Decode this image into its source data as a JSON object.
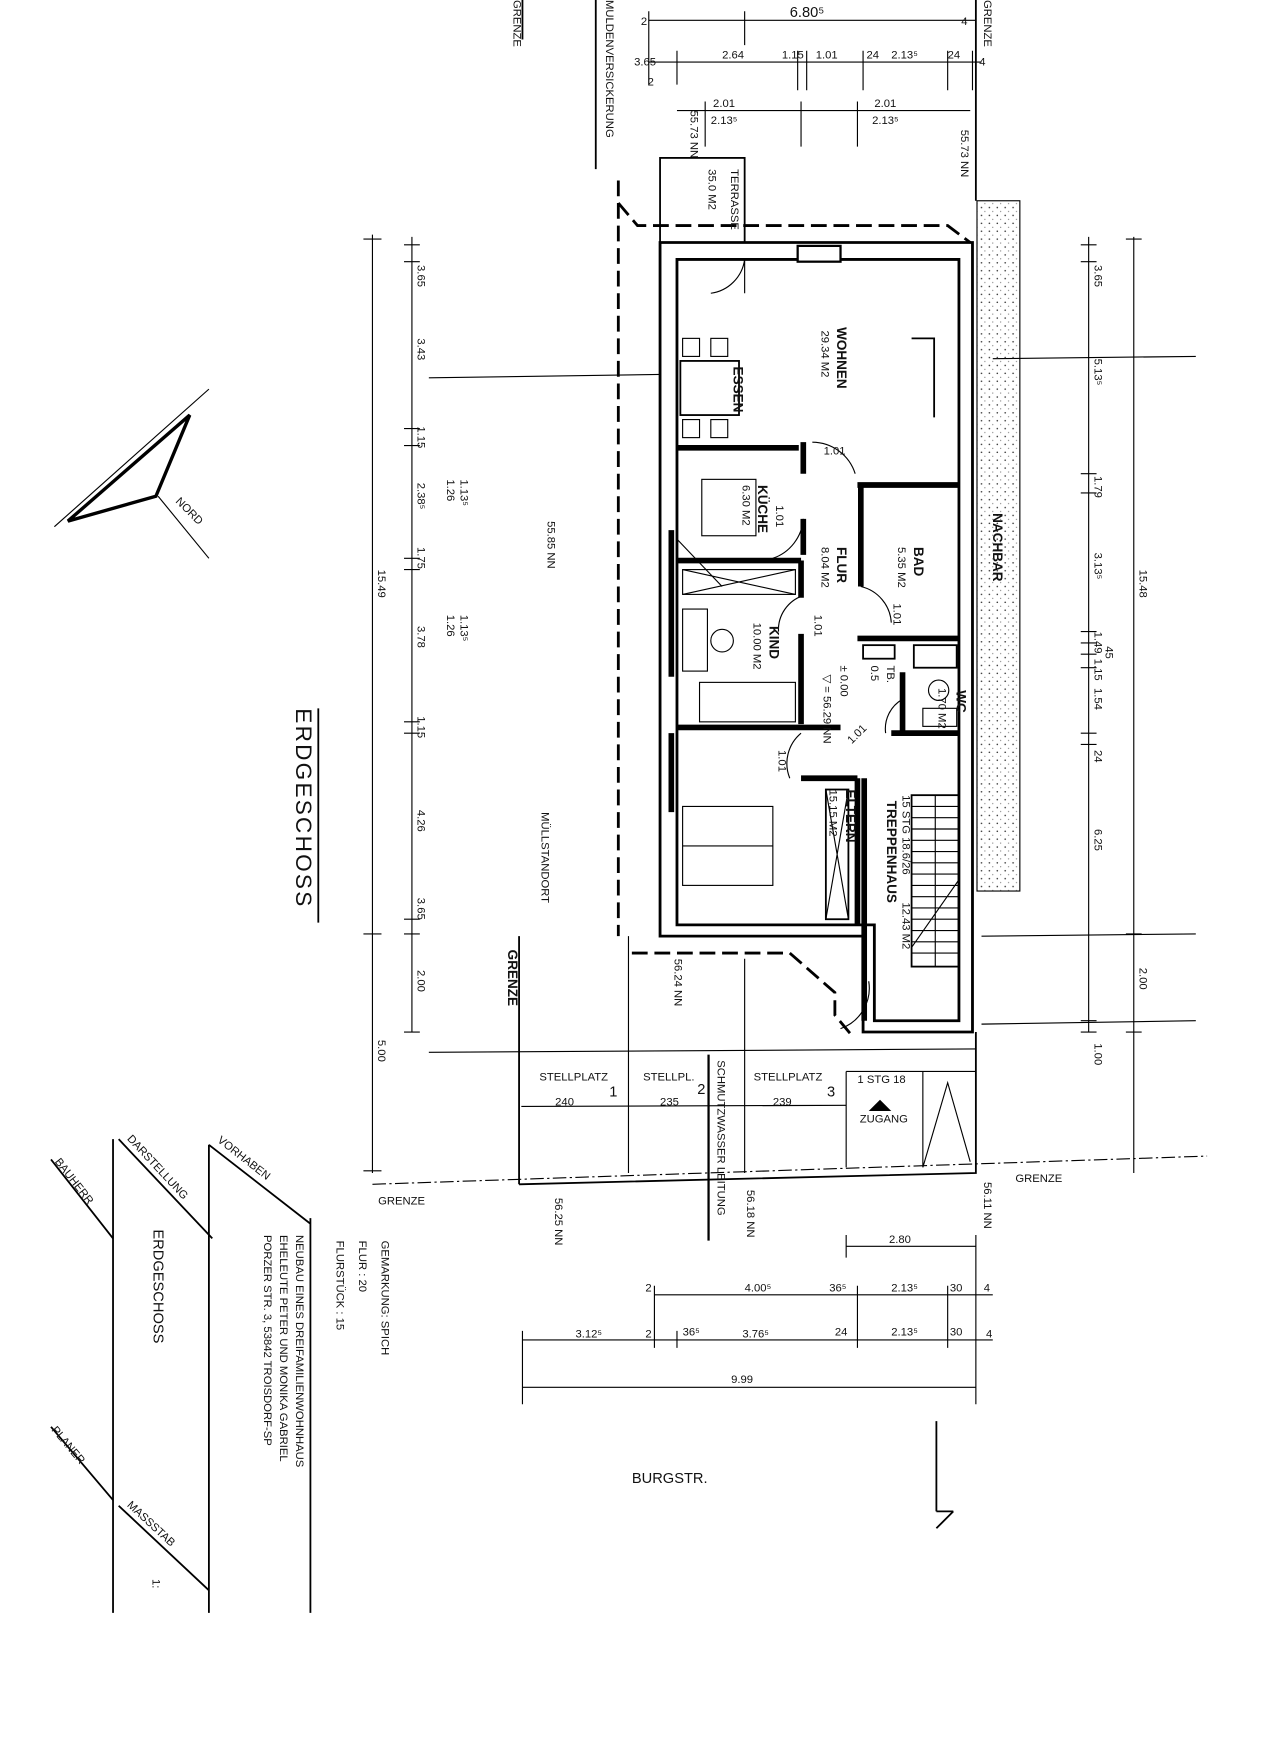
{
  "title": {
    "drawing_title": "ERDGESCHOSS"
  },
  "rooms": {
    "wohnen": {
      "name": "WOHNEN",
      "area": "29.34 M2"
    },
    "essen": {
      "name": "ESSEN"
    },
    "kueche": {
      "name": "KÜCHE",
      "area": "6.30 M2"
    },
    "flur": {
      "name": "FLUR",
      "area": "8.04 M2"
    },
    "bad": {
      "name": "BAD",
      "area": "5.35 M2"
    },
    "kind": {
      "name": "KIND",
      "area": "10.00 M2"
    },
    "wc": {
      "name": "WC",
      "area": "1.70 M2"
    },
    "eltern": {
      "name": "ELTERN",
      "area": "15.15 M2"
    },
    "treppenhaus": {
      "name": "TREPPENHAUS",
      "stairs": "15 STG 18.6/26",
      "area": "12.43 M2"
    },
    "terrasse": {
      "name": "TERRASSE",
      "area": "35.0 M2"
    },
    "shaft_labels": [
      "0.5",
      "TB."
    ]
  },
  "levels": {
    "floor": "± 0.00",
    "floor_nn": "▽ = 56.29 NN",
    "garden_left": "55.85 NN",
    "top_left": "55.73 NN",
    "top_right": "55.73 NN",
    "front": "56.24 NN",
    "street_left": "56.25 NN",
    "street_mid": "56.18 NN",
    "street_right": "56.11 NN"
  },
  "labels": {
    "nachbar": "NACHBAR",
    "muellstandort": "MÜLLSTANDORT",
    "muldenversickerung": "MULDENVERSICKERUNG",
    "grenze_top_left": "GRENZE",
    "grenze_top_right": "GRENZE",
    "grenze_side": "GRENZE",
    "grenze_bottom_left": "GRENZE",
    "grenze_bottom_right": "GRENZE",
    "schmutzwasser": "SCHMUTZWASSER LEITUNG",
    "zugang": "ZUGANG",
    "zugang_stairs": "1 STG 18",
    "street": "BURGSTR.",
    "nord": "NORD",
    "door_widths": [
      "1.01",
      "1.01",
      "1.01",
      "1.01",
      "1.01",
      "1.01"
    ]
  },
  "parking": [
    {
      "label": "STELLPLATZ",
      "number": "1",
      "width": "240"
    },
    {
      "label": "STELLPL.",
      "number": "2",
      "width": "235"
    },
    {
      "label": "STELLPLATZ",
      "number": "3",
      "width": "239"
    }
  ],
  "dimensions": {
    "top": [
      "2",
      "6.80⁵",
      "4",
      "3.65",
      "2",
      "2.64",
      "1.15",
      "1.01",
      "24",
      "2.13⁵",
      "24",
      "4",
      "2.01",
      "2.13⁵",
      "2.01",
      "2.13⁵"
    ],
    "left": [
      "3.65",
      "3.43",
      "1.15",
      "2.38⁵",
      "1.75",
      "3.78",
      "1.15",
      "4.26",
      "3.65",
      "2.00",
      "15.49",
      "5.00",
      "1.13⁵",
      "1.26",
      "1.13⁵",
      "1.26"
    ],
    "right": [
      "3.65",
      "5.13⁵",
      "1.79",
      "3.13⁵",
      "1.49",
      "45",
      "1.15",
      "1.54",
      "24",
      "6.25",
      "2.00",
      "1.00",
      "15.48"
    ],
    "bottom": [
      "2.80",
      "2",
      "4.00⁵",
      "36⁵",
      "2.13⁵",
      "30",
      "4",
      "3.12⁵",
      "2",
      "36⁵",
      "3.76⁵",
      "24",
      "2.13⁵",
      "30",
      "4",
      "9.99"
    ]
  },
  "title_block": {
    "bauherr_label": "BAUHERR",
    "darstellung_label": "DARSTELLUNG",
    "vorhaben_label": "VORHABEN",
    "darstellung": "ERDGESCHOSS",
    "vorhaben_line1": "NEUBAU EINES DREIFAMILIENWOHNHAUS",
    "vorhaben_line2": "EHELEUTE PETER UND MONIKA GABRIEL",
    "vorhaben_line3": "PORZER STR. 3, 53842 TROISDORF-SP",
    "gemarkung": "GEMARKUNG: SPICH",
    "flur": "FLUR : 20",
    "flurstueck": "FLURSTÜCK : 15",
    "planer_label": "PLANER",
    "massstab_label": "MASSSTAB",
    "massstab": "1:"
  }
}
